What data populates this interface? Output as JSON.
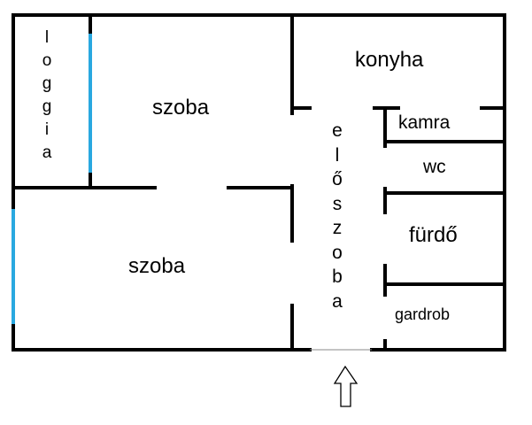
{
  "colors": {
    "wall": "#000000",
    "window": "#29a8e0",
    "background": "#ffffff"
  },
  "rooms": {
    "loggia": "loggia",
    "szoba_top": "szoba",
    "szoba_bottom": "szoba",
    "konyha": "konyha",
    "kamra": "kamra",
    "wc": "wc",
    "furdo": "fürdő",
    "gardrob": "gardrob",
    "eloszoba": "előszoba"
  },
  "entrance_icon": "up-arrow-icon"
}
